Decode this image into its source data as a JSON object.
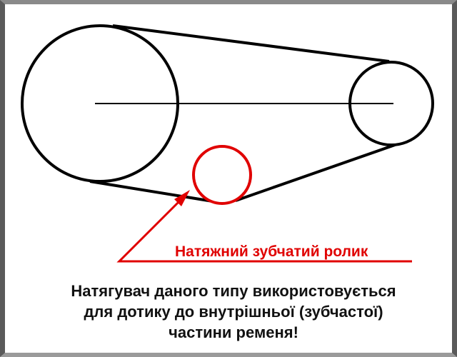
{
  "annotation": {
    "label": "Натяжний зубчатий ролик",
    "color": "#e00000"
  },
  "caption": {
    "lines": [
      "Натягувач даного типу використовується",
      "для дотику до внутрішньої (зубчастої)",
      "частини ременя!"
    ]
  },
  "colors": {
    "belt": "#000000",
    "tensioner": "#e00000",
    "frame": "#5a5a5a"
  }
}
